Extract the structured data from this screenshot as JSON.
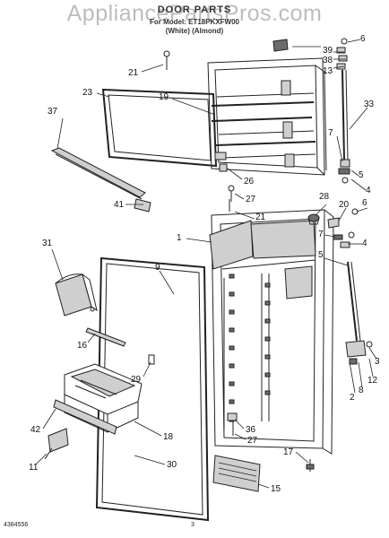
{
  "watermark": "AppliancePartsPros.com",
  "header": {
    "title": "DOOR PARTS",
    "subtitle_1": "For Model: ET18PKXFW00",
    "subtitle_2": "(White)    (Almond)"
  },
  "callouts": {
    "c6a": "6",
    "c39": "39",
    "c38": "38",
    "c13": "13",
    "c21a": "21",
    "c23": "23",
    "c19": "19",
    "c37": "37",
    "c33": "33",
    "c7a": "7",
    "c5a": "5",
    "c4a": "4",
    "c26": "26",
    "c27a": "27",
    "c28": "28",
    "c20": "20",
    "c6b": "6",
    "c41": "41",
    "c21b": "21",
    "c1": "1",
    "c7b": "7",
    "c4b": "4",
    "c31": "31",
    "c9": "9",
    "c5b": "5",
    "c16": "16",
    "c29": "29",
    "c3": "3",
    "c12": "12",
    "c8": "8",
    "c2": "2",
    "c42": "42",
    "c18": "18",
    "c36": "36",
    "c27b": "27",
    "c17": "17",
    "c11": "11",
    "c30": "30",
    "c15": "15"
  },
  "footer": {
    "doc_number": "4384556",
    "page": "3"
  }
}
